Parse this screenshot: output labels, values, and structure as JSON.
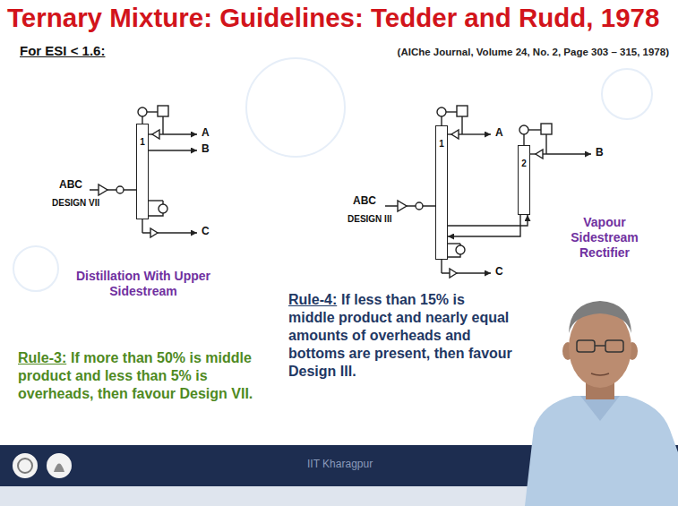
{
  "diagram": {
    "title": "Ternary Mixture: Guidelines: Tedder and Rudd, 1978",
    "nodes": [
      {
        "text": [
          "1"
        ]
      },
      {
        "text": [
          "1"
        ]
      },
      {
        "text": [
          "2"
        ]
      }
    ],
    "edges": [
      {
        "from": 1,
        "to": 2,
        "arrow": "to"
      },
      {
        "from": 2,
        "to": 1,
        "arrow": "to"
      }
    ],
    "labels": [
      "For ESI < 1.6:",
      "(AIChe Journal, Volume 24, No. 2, Page 303 – 315, 1978)",
      "ABC",
      "DESIGN VII",
      "A",
      "B",
      "C",
      "Distillation With Upper Sidestream",
      "ABC",
      "DESIGN III",
      "A",
      "B",
      "C",
      "Vapour Sidestream Rectifier",
      "Rule-3:",
      "If more than 50% is middle product and less than 5% is overheads, then favour Design VII.",
      "Rule-4:",
      "If less than 15% is middle product and nearly equal amounts of overheads and bottoms are present, then favour Design III.",
      "IIT Kharagpur"
    ]
  }
}
